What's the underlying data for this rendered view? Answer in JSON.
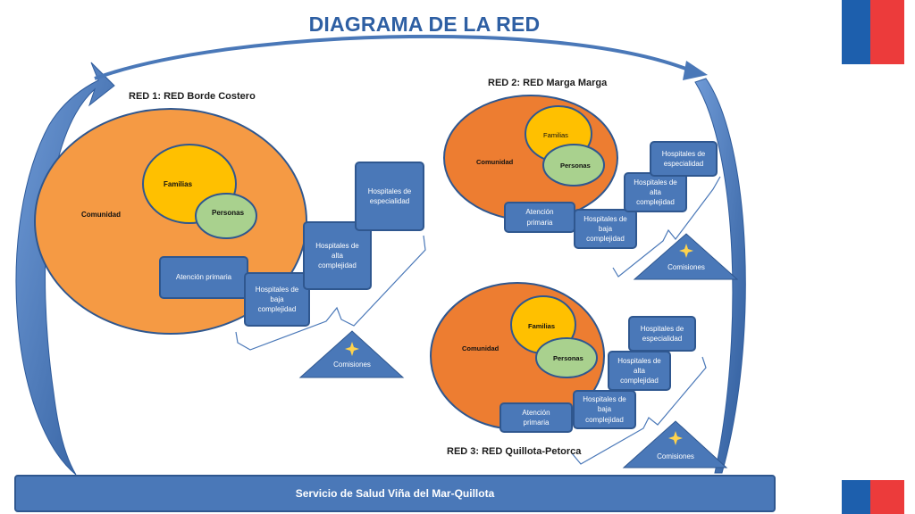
{
  "title": "DIAGRAMA DE LA RED",
  "footer": "Servicio de Salud Viña del Mar-Quillota",
  "colors": {
    "accent": "#4a78b8",
    "orange": "#f59a44",
    "yellow": "#ffc000",
    "green": "#a9d18e",
    "flag_blue": "#1d5fad",
    "flag_red": "#ec3b3b"
  },
  "networks": {
    "red1": {
      "title": "RED 1: RED Borde Costero",
      "comunidad": "Comunidad",
      "familias": "Familias",
      "personas": "Personas",
      "atencion": "Atención primaria",
      "baja": "Hospitales de\nbaja\ncomplejidad",
      "alta": "Hospitales de\nalta\ncomplejidad",
      "especialidad": "Hospitales de\nespecialidad",
      "comisiones": "Comisiones"
    },
    "red2": {
      "title": "RED 2: RED Marga Marga",
      "comunidad": "Comunidad",
      "familias": "Familias",
      "personas": "Personas",
      "atencion": "Atención\nprimaria",
      "baja": "Hospitales de\nbaja\ncomplejidad",
      "alta": "Hospitales de\nalta\ncomplejidad",
      "especialidad": "Hospitales de\nespecialidad",
      "comisiones": "Comisiones"
    },
    "red3": {
      "title": "RED 3: RED Quillota-Petorca",
      "comunidad": "Comunidad",
      "familias": "Familias",
      "personas": "Personas",
      "atencion": "Atención\nprimaria",
      "baja": "Hospitales de\nbaja\ncomplejidad",
      "alta": "Hospitales de\nalta\ncomplejidad",
      "especialidad": "Hospitales de\nespecialidad",
      "comisiones": "Comisiones"
    }
  }
}
